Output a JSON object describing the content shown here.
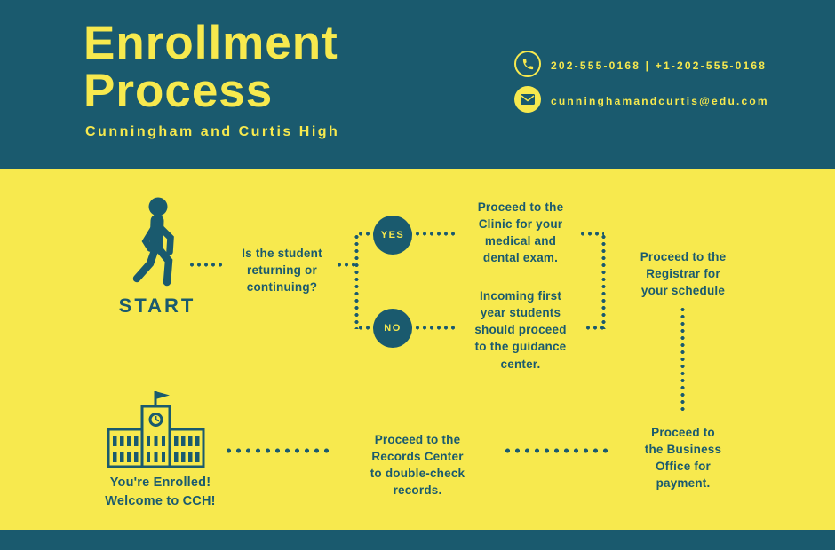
{
  "theme": {
    "teal": "#1a5a6e",
    "yellow": "#f7e94e"
  },
  "header": {
    "title": "Enrollment\nProcess",
    "subtitle": "Cunningham and Curtis High",
    "phone": "202-555-0168 | +1-202-555-0168",
    "email": "cunninghamandcurtis@edu.com"
  },
  "flow": {
    "start": "START",
    "question": "Is the student\nreturning or\ncontinuing?",
    "yes": "YES",
    "no": "NO",
    "clinic": "Proceed to the\nClinic for your\nmedical and\ndental exam.",
    "guidance": "Incoming first\nyear students\nshould proceed\nto the guidance\ncenter.",
    "registrar": "Proceed to the\nRegistrar for\nyour schedule",
    "business": "Proceed to\nthe Business\nOffice for\npayment.",
    "records": "Proceed to the\nRecords Center\nto double-check\nrecords.",
    "enrolled": "You're Enrolled!\nWelcome to CCH!"
  }
}
